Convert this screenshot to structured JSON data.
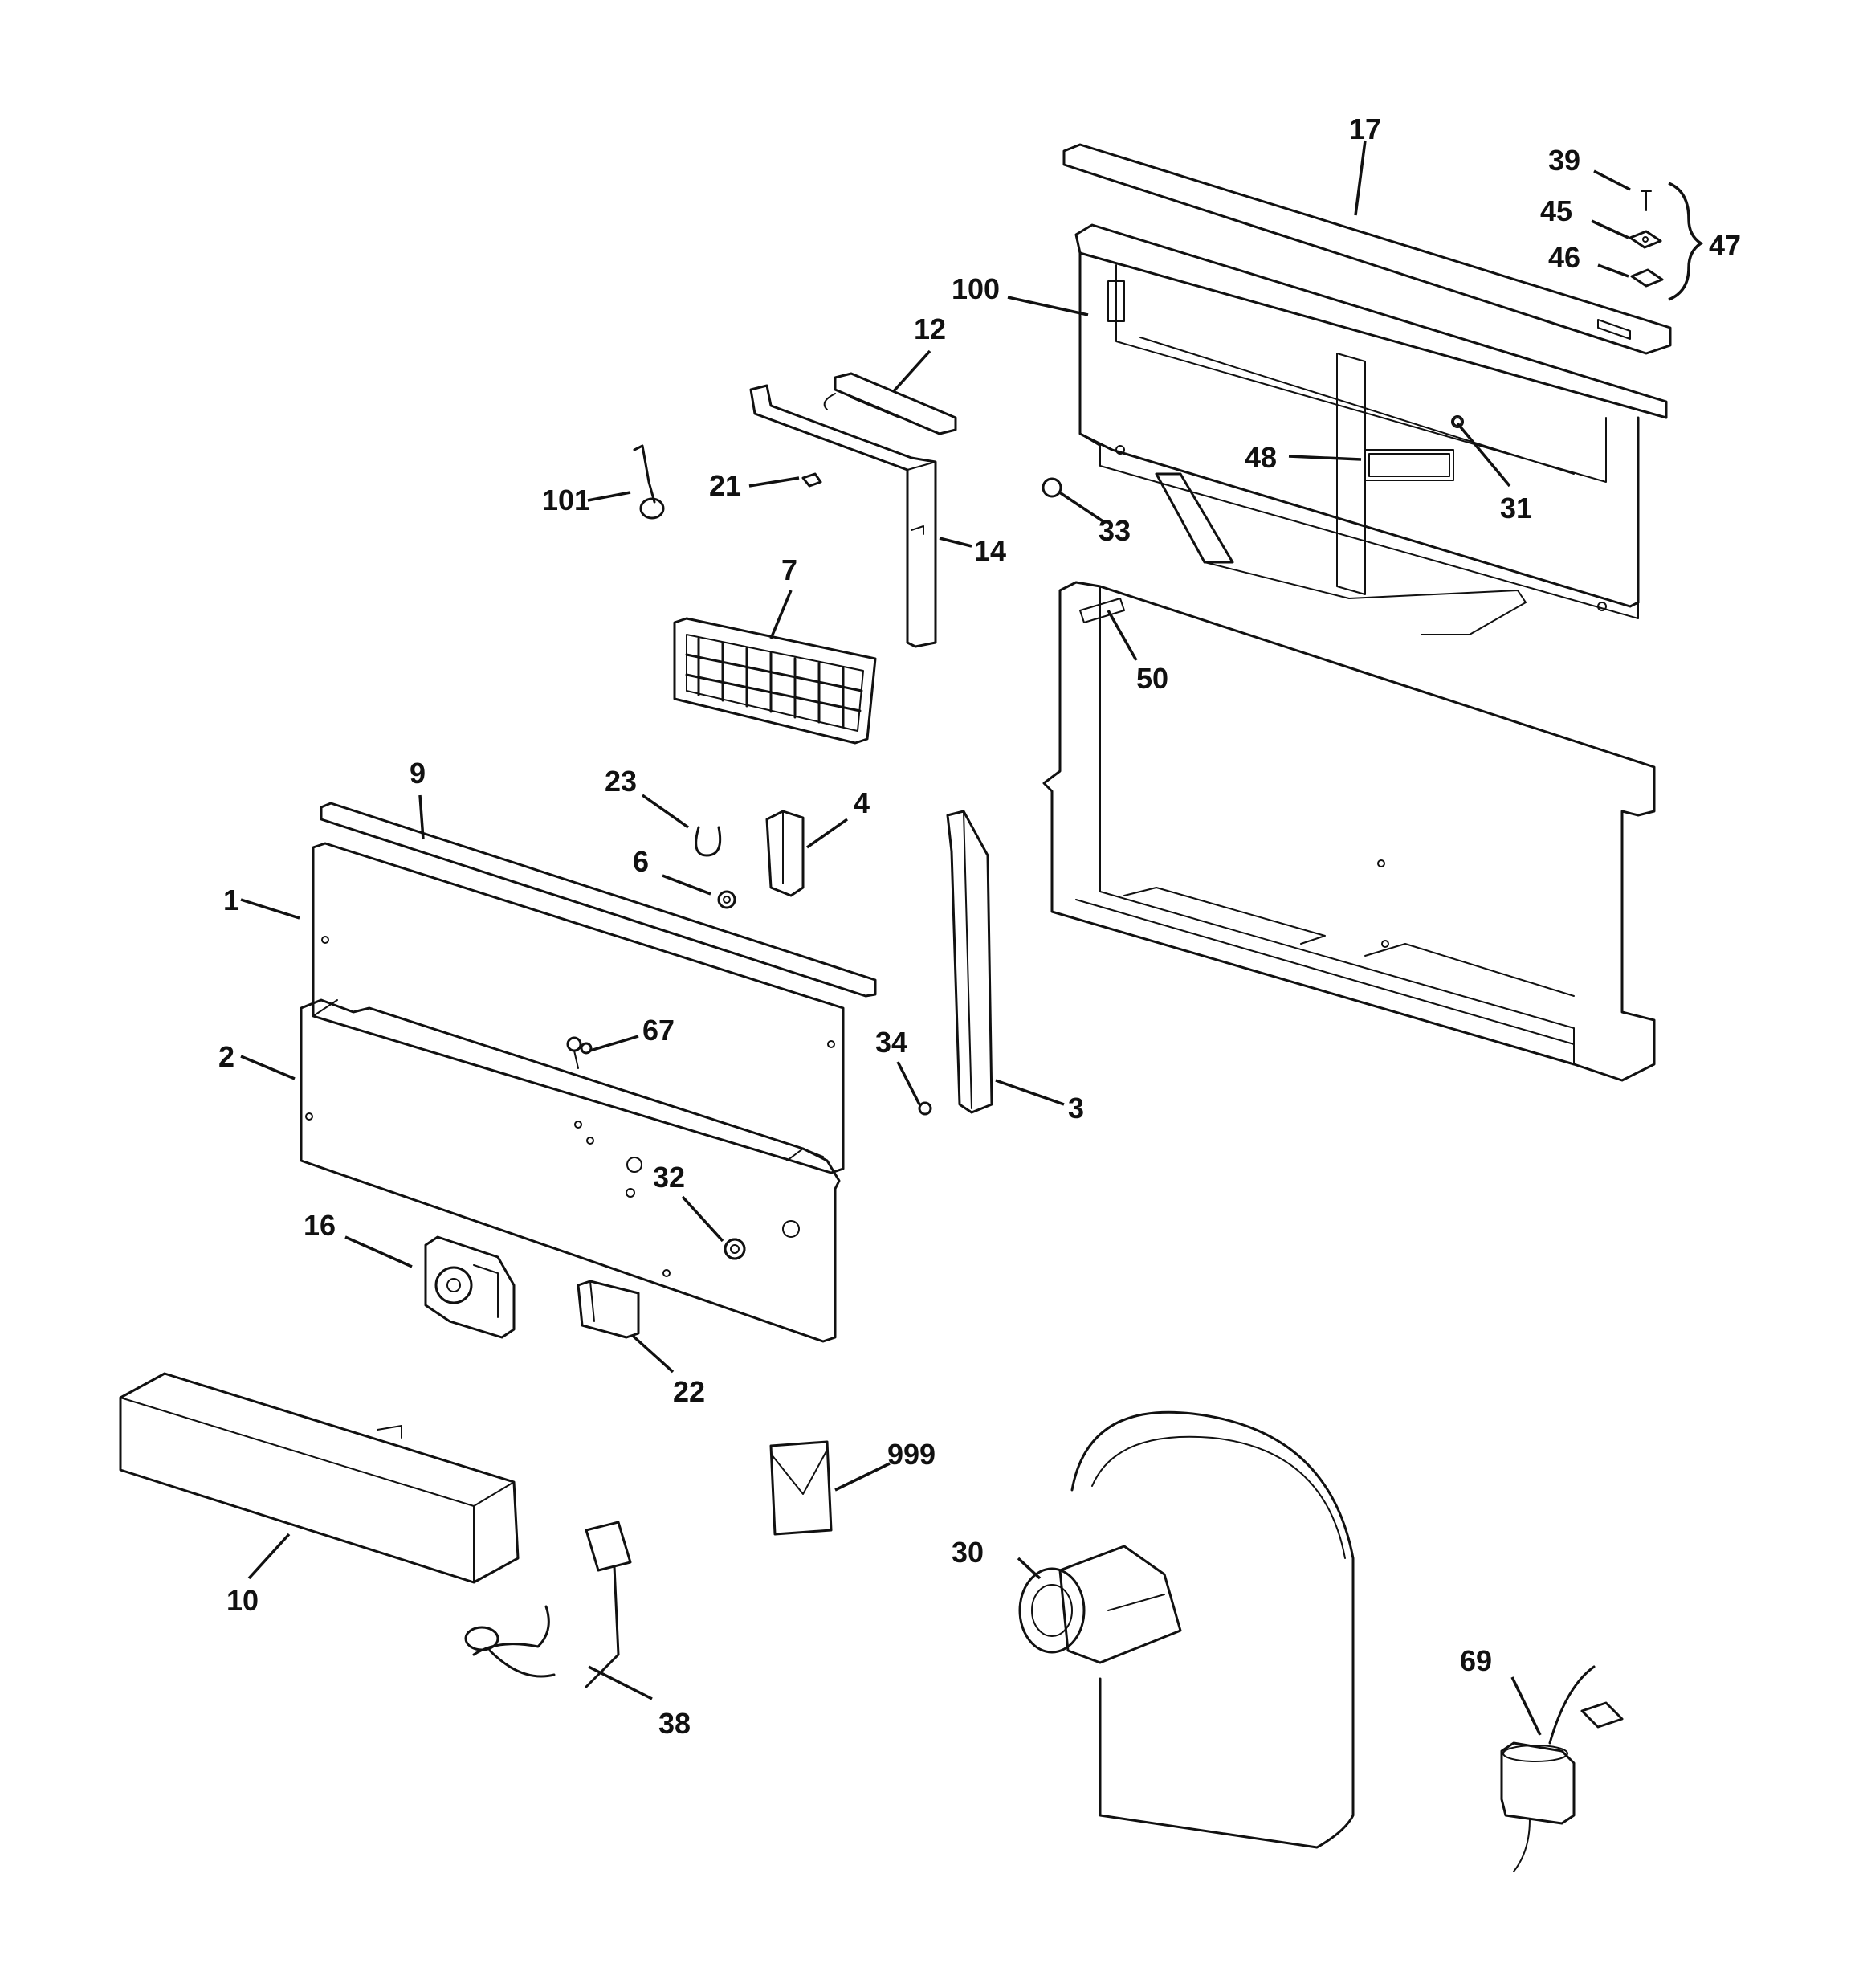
{
  "callouts": [
    {
      "id": "1",
      "label": "1"
    },
    {
      "id": "2",
      "label": "2"
    },
    {
      "id": "3",
      "label": "3"
    },
    {
      "id": "4",
      "label": "4"
    },
    {
      "id": "6",
      "label": "6"
    },
    {
      "id": "7",
      "label": "7"
    },
    {
      "id": "9",
      "label": "9"
    },
    {
      "id": "10",
      "label": "10"
    },
    {
      "id": "12",
      "label": "12"
    },
    {
      "id": "14",
      "label": "14"
    },
    {
      "id": "16",
      "label": "16"
    },
    {
      "id": "17",
      "label": "17"
    },
    {
      "id": "21",
      "label": "21"
    },
    {
      "id": "22",
      "label": "22"
    },
    {
      "id": "23",
      "label": "23"
    },
    {
      "id": "30",
      "label": "30"
    },
    {
      "id": "31",
      "label": "31"
    },
    {
      "id": "32",
      "label": "32"
    },
    {
      "id": "33",
      "label": "33"
    },
    {
      "id": "34",
      "label": "34"
    },
    {
      "id": "38",
      "label": "38"
    },
    {
      "id": "39",
      "label": "39"
    },
    {
      "id": "45",
      "label": "45"
    },
    {
      "id": "46",
      "label": "46"
    },
    {
      "id": "47",
      "label": "47"
    },
    {
      "id": "48",
      "label": "48"
    },
    {
      "id": "50",
      "label": "50"
    },
    {
      "id": "67",
      "label": "67"
    },
    {
      "id": "69",
      "label": "69"
    },
    {
      "id": "100",
      "label": "100"
    },
    {
      "id": "101",
      "label": "101"
    },
    {
      "id": "999",
      "label": "999"
    }
  ]
}
